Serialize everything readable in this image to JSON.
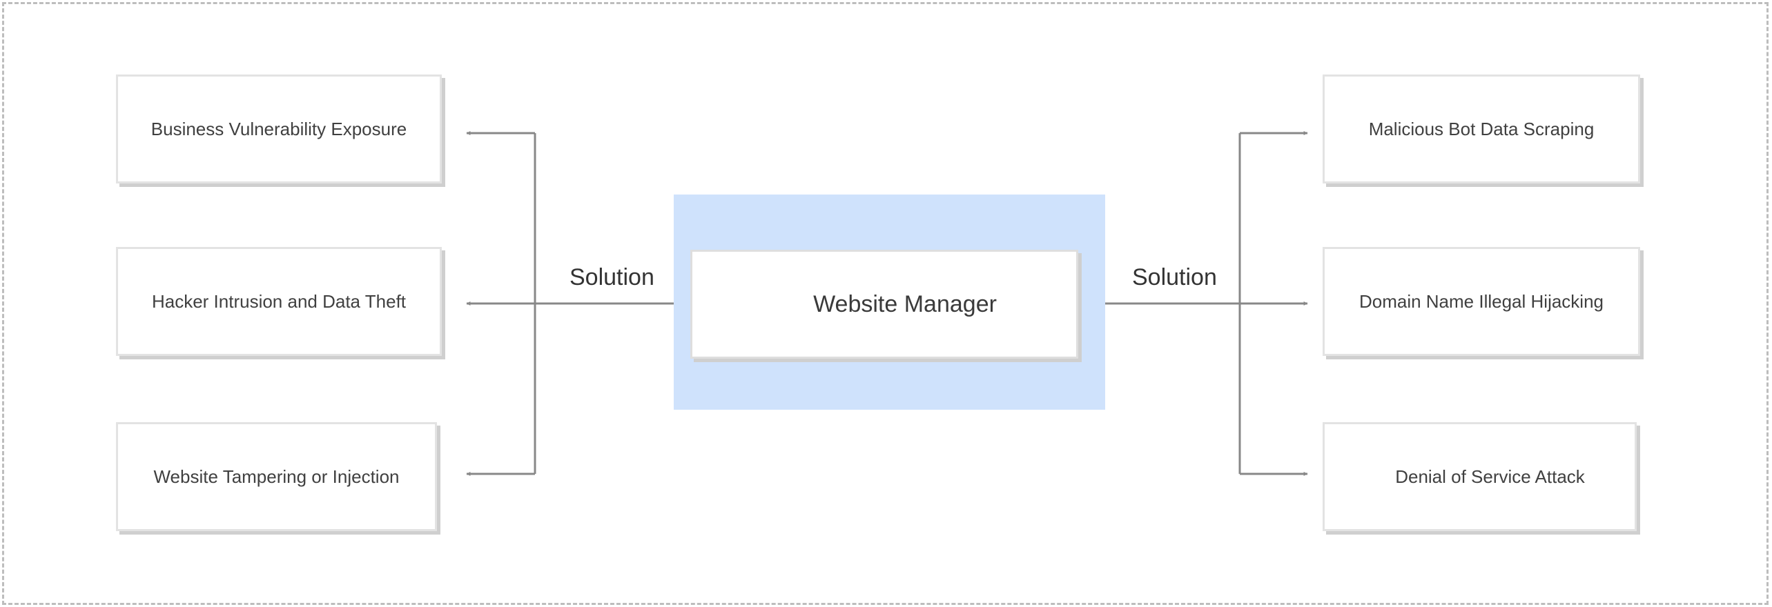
{
  "diagram": {
    "center_label": "Website Manager",
    "left_connector_label": "Solution",
    "right_connector_label": "Solution",
    "left_items": [
      "Business Vulnerability Exposure",
      "Hacker Intrusion and Data Theft",
      "Website Tampering or Injection"
    ],
    "right_items": [
      "Malicious Bot Data Scraping",
      "Domain Name Illegal Hijacking",
      "Denial of Service Attack"
    ]
  },
  "colors": {
    "highlight": "#cfe2fc",
    "connector": "#888888",
    "border": "#bdbdbd"
  }
}
